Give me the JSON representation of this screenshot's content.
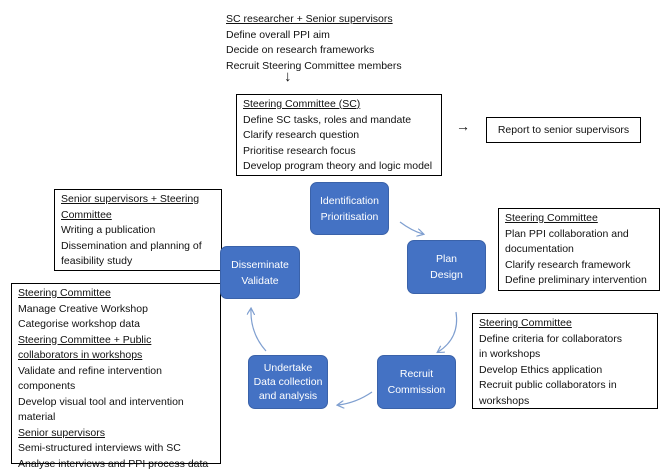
{
  "top_block": {
    "heading": "SC researcher + Senior supervisors",
    "lines": [
      "Define overall PPI aim",
      "Decide on research frameworks",
      "Recruit Steering Committee members"
    ],
    "down_arrow": "↓"
  },
  "sc_box": {
    "heading": "Steering Committee (SC)",
    "lines": [
      "Define SC tasks, roles and mandate",
      "Clarify research question",
      "Prioritise research focus",
      "Develop program theory and logic model"
    ]
  },
  "report": {
    "arrow": "→",
    "label": "Report to senior supervisors"
  },
  "left_top_box": {
    "heading_lines": [
      "Senior supervisors + Steering",
      "Committee"
    ],
    "lines": [
      "Writing a publication",
      "Dissemination and planning of",
      "feasibility study"
    ]
  },
  "left_bottom_box": {
    "sections": [
      {
        "heading": [
          "Steering Committee"
        ],
        "lines": [
          "Manage Creative Workshop",
          "Categorise workshop data"
        ]
      },
      {
        "heading": [
          "Steering Committee + Public",
          "collaborators in workshops"
        ],
        "lines": [
          "Validate and refine intervention",
          "components",
          "Develop visual tool and intervention",
          "material"
        ]
      },
      {
        "heading": [
          "Senior supervisors"
        ],
        "lines": [
          "Semi-structured interviews with SC",
          "Analyse interviews and PPI process data"
        ]
      }
    ]
  },
  "right_top_box": {
    "heading": "Steering Committee",
    "lines": [
      "Plan PPI collaboration and",
      "documentation",
      "Clarify research framework",
      "Define preliminary intervention"
    ]
  },
  "right_bottom_box": {
    "heading": "Steering Committee",
    "lines": [
      "Define criteria for collaborators",
      "in workshops",
      "Develop Ethics application",
      "Recruit public collaborators in",
      "workshops"
    ]
  },
  "cycle_nodes": {
    "identification": [
      "Identification",
      "Prioritisation"
    ],
    "plan": [
      "Plan",
      "Design"
    ],
    "recruit": [
      "Recruit",
      "Commission"
    ],
    "undertake": [
      "Undertake",
      "Data collection",
      "and analysis"
    ],
    "disseminate": [
      "Disseminate",
      "Validate"
    ]
  },
  "colors": {
    "node_fill": "#4472C4",
    "node_border": "#3A62A9",
    "arrow": "#7F9FD0",
    "text": "#111111"
  }
}
